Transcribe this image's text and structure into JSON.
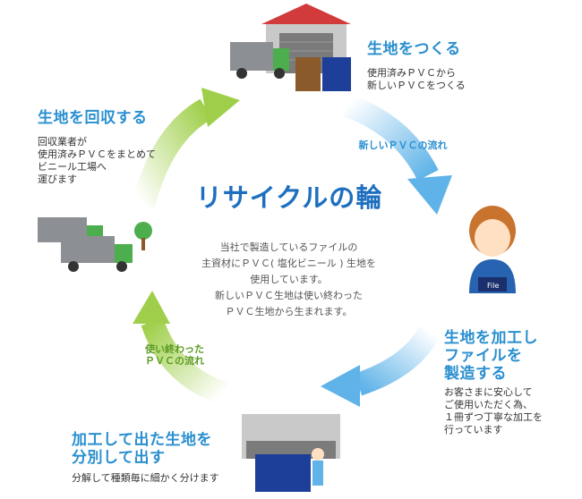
{
  "center": {
    "title": "リサイクルの輪",
    "text": "当社で製造しているファイルの\n主資材にＰＶＣ( 塩化ビニール ) 生地を\n使用しています。\n新しいＰＶＣ生地は使い終わった\nＰＶＣ生地から生まれます。"
  },
  "steps": {
    "make": {
      "title": "生地をつくる",
      "desc": "使用済みＰＶＣから\n新しいＰＶＣをつくる"
    },
    "process": {
      "title": "生地を加工し\nファイルを\n製造する",
      "desc": "お客さまに安心して\nご使用いただく為、\n１冊ずつ丁寧な加工を\n行っています"
    },
    "sort": {
      "title": "加工して出た生地を\n分別して出す",
      "desc": "分解して種類毎に細かく分けます"
    },
    "collect": {
      "title": "生地を回収する",
      "desc": "回収業者が\n使用済みＰＶＣをまとめて\nビニール工場へ\n運びます"
    }
  },
  "flows": {
    "new_pvc": "新しいＰＶＣの流れ",
    "used_pvc": "使い終わった\nＰＶＣの流れ"
  },
  "illustrations": {
    "worker_file_label": "File"
  },
  "colors": {
    "title_blue": "#2a8fcf",
    "arrow_blue": "#5fb3e8",
    "arrow_green": "#9fcf4a",
    "truck_green": "#4cae4c",
    "truck_gray": "#8c8f94",
    "roof_red": "#d23b3b",
    "pvc_blue": "#1d3f9a"
  }
}
